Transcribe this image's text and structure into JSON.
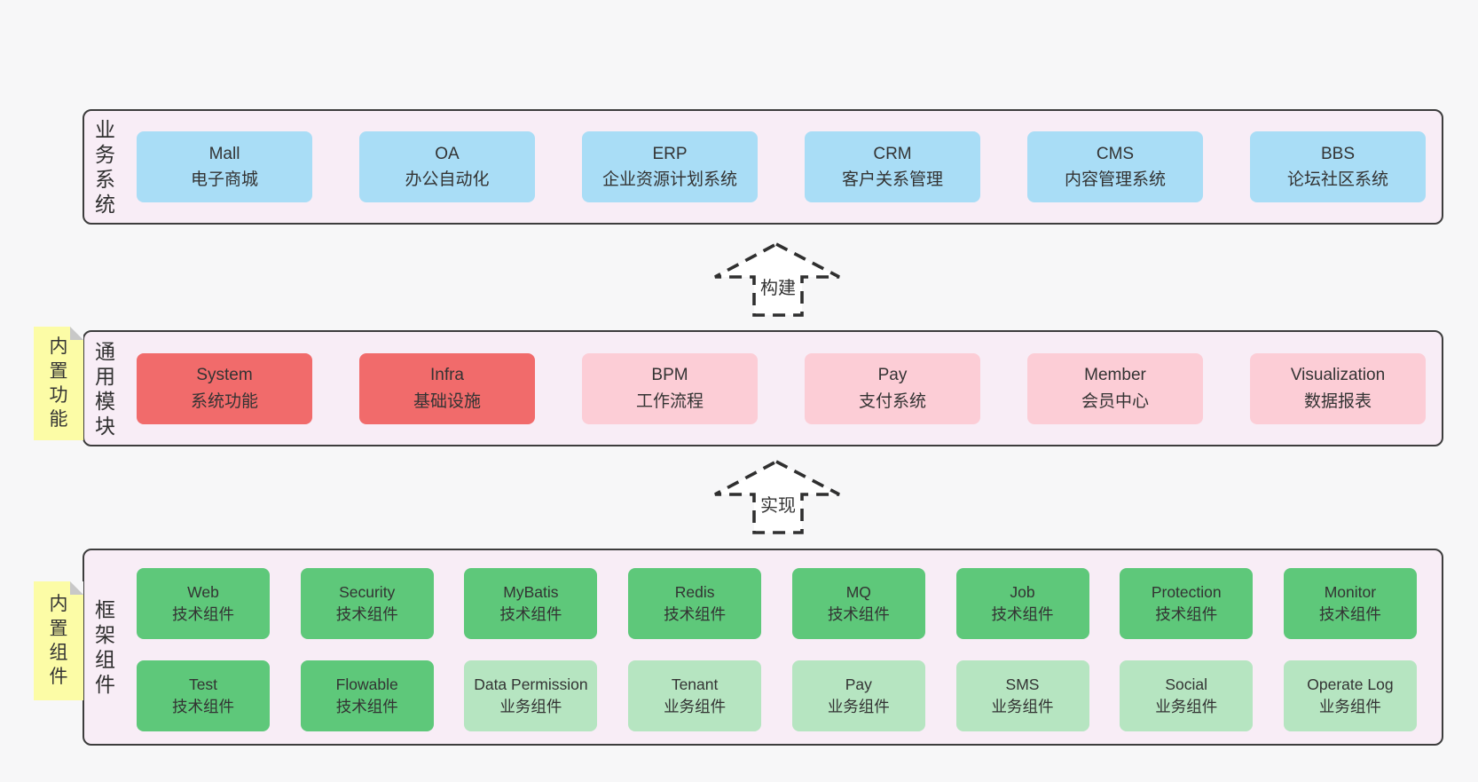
{
  "colors": {
    "page_bg": "#f7f7f8",
    "layer_bg": "#f8edf6",
    "layer_border": "#3d3d3d",
    "blue_box": "#a9ddf6",
    "red_box": "#f16b6b",
    "pink_box": "#fccdd6",
    "green_box": "#5ec87a",
    "light_green_box": "#b6e5c1",
    "note_yellow": "#fcfca6",
    "text": "#333333"
  },
  "layers": {
    "business": {
      "side_label": "业务系统",
      "boxes": [
        {
          "name": "Mall",
          "desc": "电子商城",
          "variant": "blue"
        },
        {
          "name": "OA",
          "desc": "办公自动化",
          "variant": "blue"
        },
        {
          "name": "ERP",
          "desc": "企业资源计划系统",
          "variant": "blue"
        },
        {
          "name": "CRM",
          "desc": "客户关系管理",
          "variant": "blue"
        },
        {
          "name": "CMS",
          "desc": "内容管理系统",
          "variant": "blue"
        },
        {
          "name": "BBS",
          "desc": "论坛社区系统",
          "variant": "blue"
        }
      ]
    },
    "modules": {
      "side_label": "通用模块",
      "note": "内置功能",
      "boxes": [
        {
          "name": "System",
          "desc": "系统功能",
          "variant": "red"
        },
        {
          "name": "Infra",
          "desc": "基础设施",
          "variant": "red"
        },
        {
          "name": "BPM",
          "desc": "工作流程",
          "variant": "pink"
        },
        {
          "name": "Pay",
          "desc": "支付系统",
          "variant": "pink"
        },
        {
          "name": "Member",
          "desc": "会员中心",
          "variant": "pink"
        },
        {
          "name": "Visualization",
          "desc": "数据报表",
          "variant": "pink"
        }
      ]
    },
    "components": {
      "side_label": "框架组件",
      "note": "内置组件",
      "row1": [
        {
          "name": "Web",
          "desc": "技术组件",
          "variant": "green"
        },
        {
          "name": "Security",
          "desc": "技术组件",
          "variant": "green"
        },
        {
          "name": "MyBatis",
          "desc": "技术组件",
          "variant": "green"
        },
        {
          "name": "Redis",
          "desc": "技术组件",
          "variant": "green"
        },
        {
          "name": "MQ",
          "desc": "技术组件",
          "variant": "green"
        },
        {
          "name": "Job",
          "desc": "技术组件",
          "variant": "green"
        },
        {
          "name": "Protection",
          "desc": "技术组件",
          "variant": "green"
        },
        {
          "name": "Monitor",
          "desc": "技术组件",
          "variant": "green"
        }
      ],
      "row2": [
        {
          "name": "Test",
          "desc": "技术组件",
          "variant": "green"
        },
        {
          "name": "Flowable",
          "desc": "技术组件",
          "variant": "green"
        },
        {
          "name": "Data Permission",
          "desc": "业务组件",
          "variant": "light-green"
        },
        {
          "name": "Tenant",
          "desc": "业务组件",
          "variant": "light-green"
        },
        {
          "name": "Pay",
          "desc": "业务组件",
          "variant": "light-green"
        },
        {
          "name": "SMS",
          "desc": "业务组件",
          "variant": "light-green"
        },
        {
          "name": "Social",
          "desc": "业务组件",
          "variant": "light-green"
        },
        {
          "name": "Operate Log",
          "desc": "业务组件",
          "variant": "light-green"
        }
      ]
    }
  },
  "arrows": {
    "build": {
      "label": "构建"
    },
    "implement": {
      "label": "实现"
    }
  }
}
